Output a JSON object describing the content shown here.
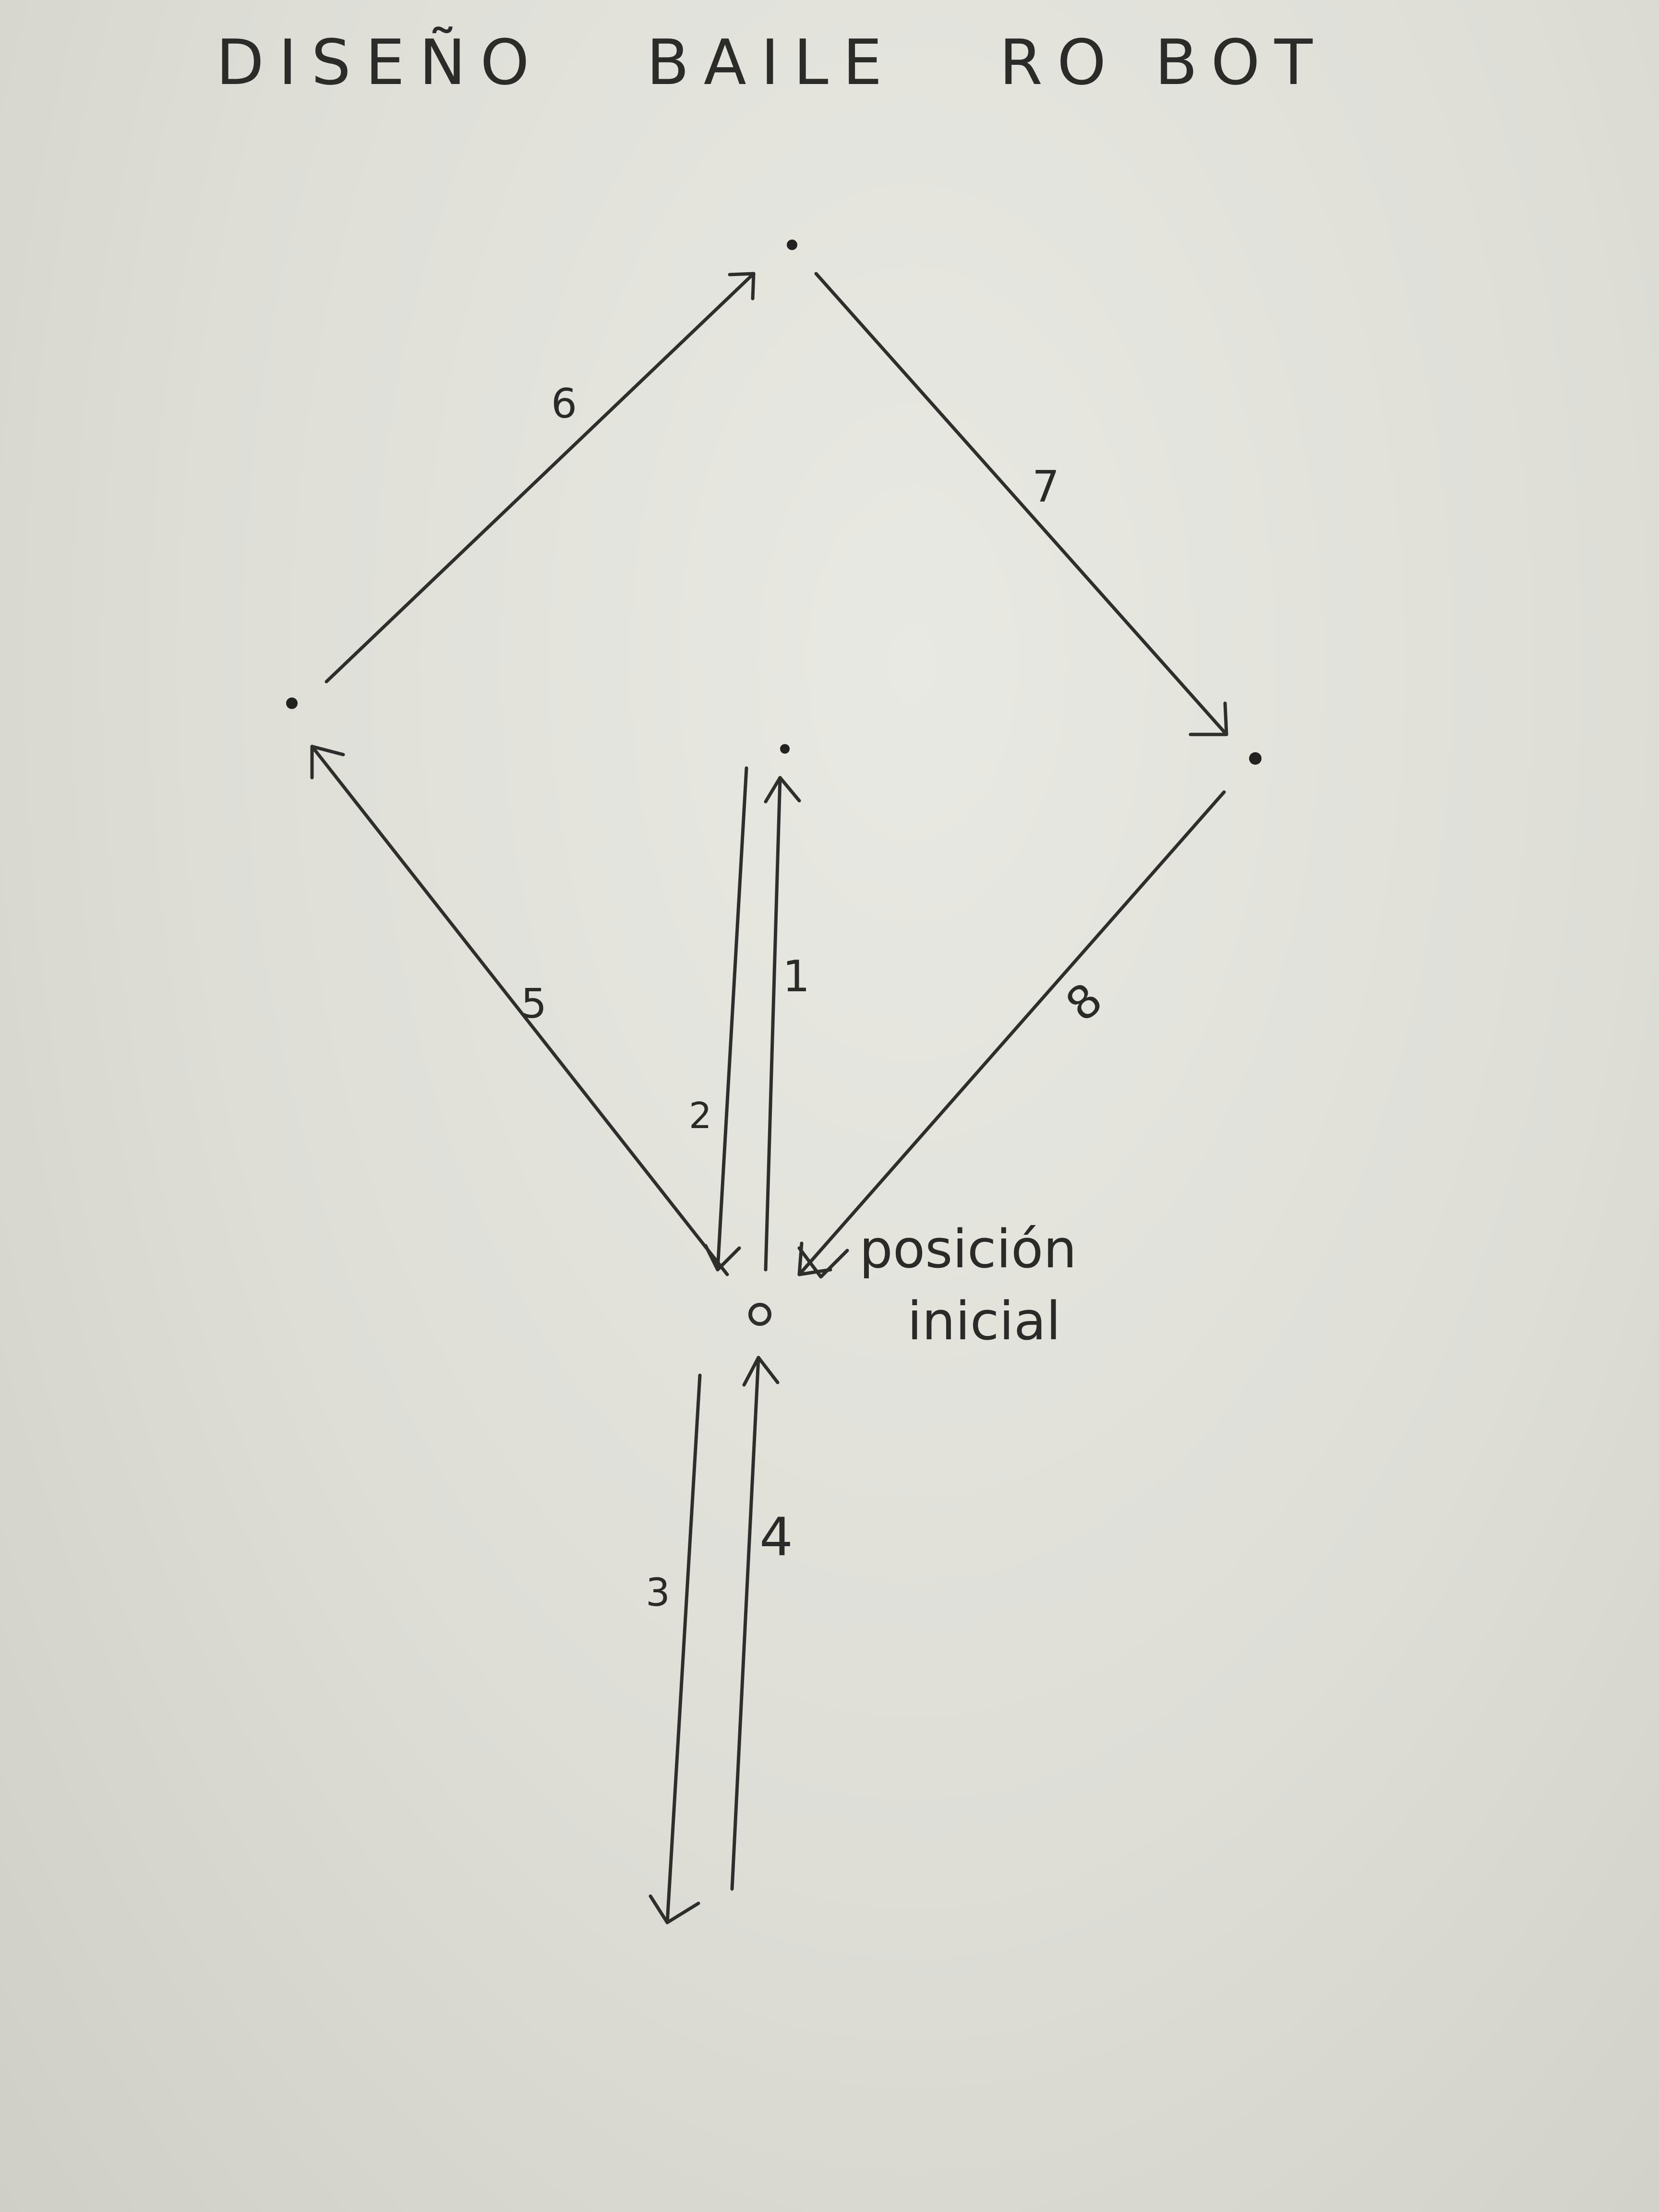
{
  "title": "DISEÑO   BAILE   RO BOT",
  "start_label_line1": "posición",
  "start_label_line2": "inicial",
  "steps": [
    {
      "label": "1"
    },
    {
      "label": "2"
    },
    {
      "label": "3"
    },
    {
      "label": "4"
    },
    {
      "label": "5"
    },
    {
      "label": "6"
    },
    {
      "label": "7"
    },
    {
      "label": "8"
    }
  ],
  "colors": {
    "paper": "#e4e4de",
    "ink": "#2e2e2c"
  }
}
